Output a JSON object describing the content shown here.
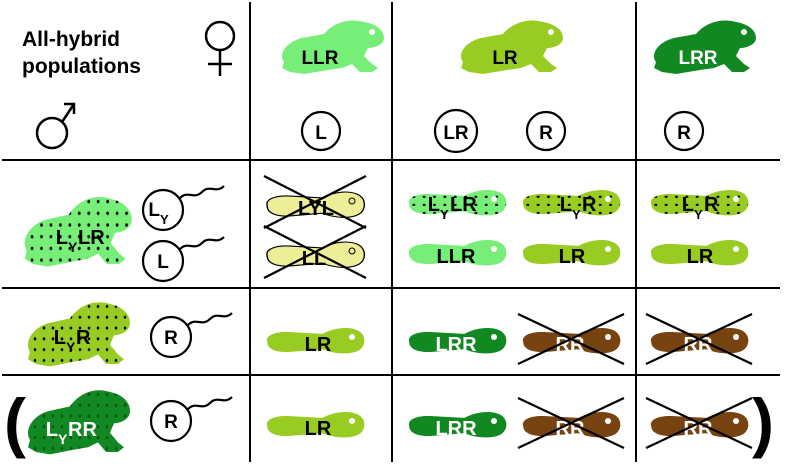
{
  "title": {
    "line1": "All-hybrid",
    "line2": "populations"
  },
  "colors": {
    "L_hybrid_light": "#77ee77",
    "LR_olive": "#99cc22",
    "LRR_dark": "#118822",
    "RR_brown": "#774411",
    "LL_yellow": "#eeee99"
  },
  "female_adults": [
    {
      "label": "LLR",
      "color": "#77ee77",
      "gametes": [
        "L"
      ]
    },
    {
      "label": "LR",
      "color": "#99cc22",
      "gametes": [
        "LR",
        "R"
      ]
    },
    {
      "label": "LRR",
      "color": "#118822",
      "gametes": [
        "R"
      ]
    }
  ],
  "male_adults": [
    {
      "label_base": "L",
      "label_sub": "Y",
      "label_rest": "LR",
      "color": "#77ee77",
      "gametes": [
        {
          "base": "L",
          "sub": "Y"
        },
        {
          "base": "L",
          "sub": ""
        }
      ]
    },
    {
      "label_base": "L",
      "label_sub": "Y",
      "label_rest": "R",
      "color": "#99cc22",
      "gametes": [
        {
          "base": "R",
          "sub": ""
        }
      ]
    },
    {
      "label_base": "L",
      "label_sub": "Y",
      "label_rest": "RR",
      "color": "#118822",
      "gametes": [
        {
          "base": "R",
          "sub": ""
        }
      ],
      "bracketed": true
    }
  ],
  "offspring": {
    "row1": {
      "col1": [
        {
          "text": "LYL",
          "color": "#eeee99",
          "dead": true
        },
        {
          "text": "LL",
          "color": "#eeee99",
          "dead": true
        }
      ],
      "col2": [
        {
          "base": "L",
          "sub": "Y",
          "rest": "LR",
          "color": "#77ee77",
          "dotted": true
        },
        {
          "base": "",
          "sub": "Y",
          "rest": "R",
          "color": "#99cc22",
          "dotted": true,
          "prefix": "L"
        },
        {
          "text": "LLR",
          "color": "#77ee77"
        },
        {
          "text": "LR",
          "color": "#99cc22"
        }
      ],
      "col3": [
        {
          "base": "L",
          "sub": "Y",
          "rest": "R",
          "color": "#99cc22",
          "dotted": true
        },
        {
          "text": "LR",
          "color": "#99cc22"
        }
      ]
    },
    "row2": {
      "col1": [
        {
          "text": "LR",
          "color": "#99cc22"
        }
      ],
      "col2": [
        {
          "text": "LRR",
          "color": "#118822"
        },
        {
          "text": "RR",
          "color": "#774411",
          "dead": true
        }
      ],
      "col3": [
        {
          "text": "RR",
          "color": "#774411",
          "dead": true
        }
      ]
    },
    "row3": {
      "col1": [
        {
          "text": "LR",
          "color": "#99cc22"
        }
      ],
      "col2": [
        {
          "text": "LRR",
          "color": "#118822"
        },
        {
          "text": "RR",
          "color": "#774411",
          "dead": true
        }
      ],
      "col3": [
        {
          "text": "RR",
          "color": "#774411",
          "dead": true
        }
      ]
    }
  }
}
